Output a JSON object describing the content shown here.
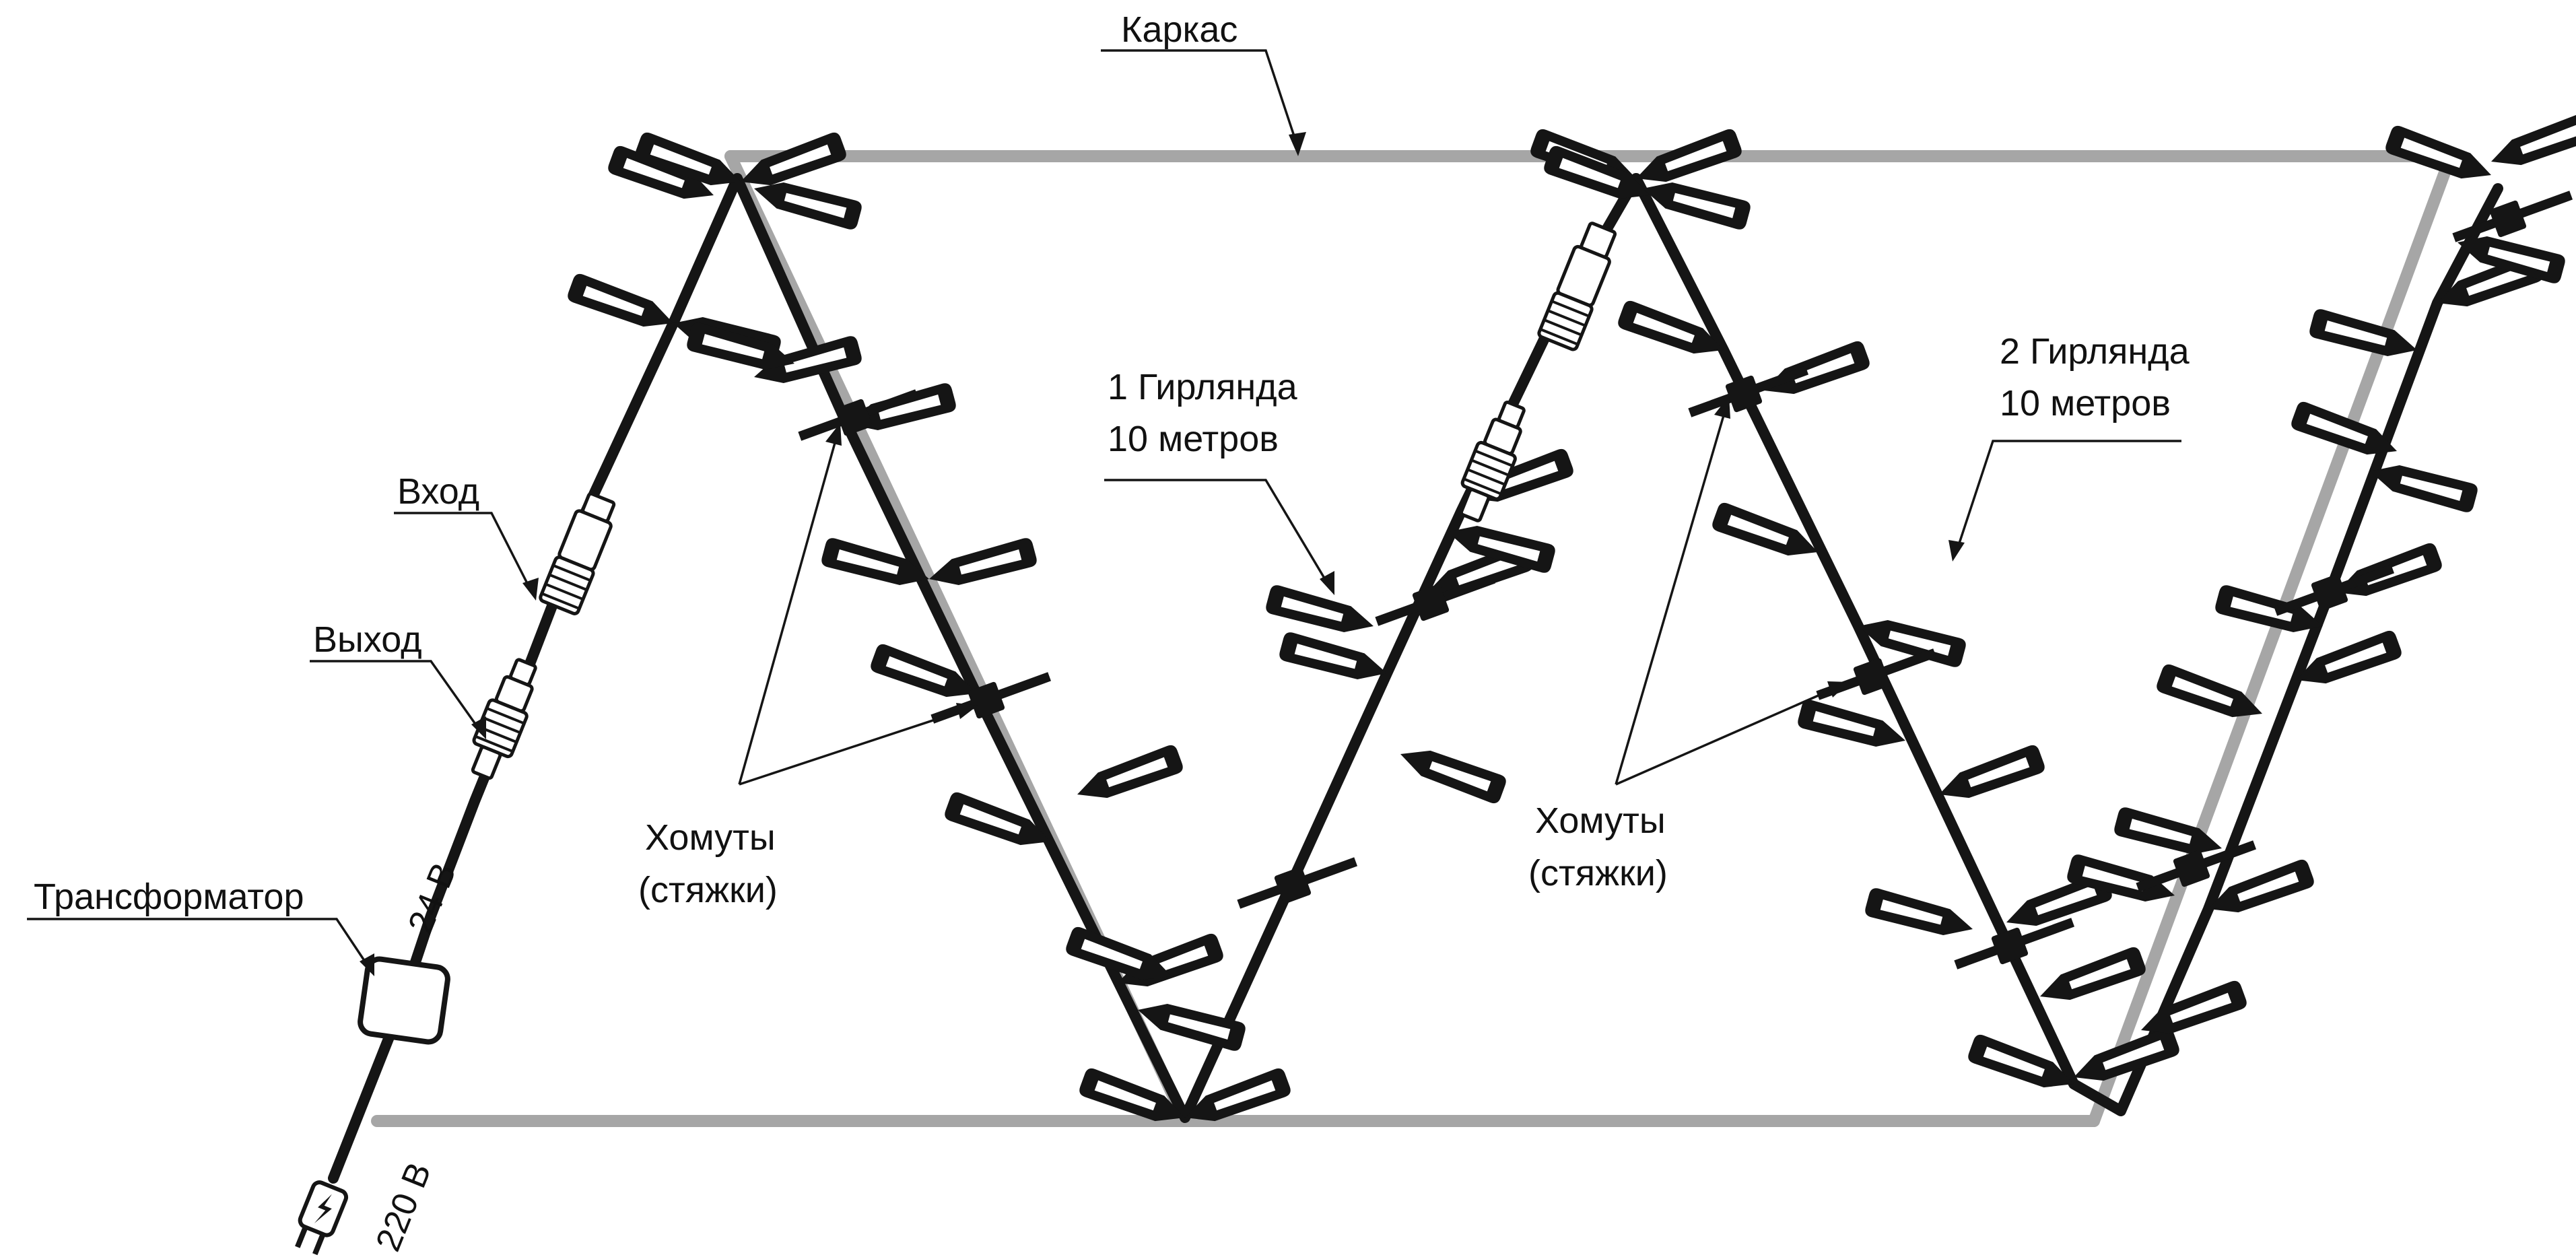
{
  "labels": {
    "frame": "Каркас",
    "input": "Вход",
    "output": "Выход",
    "transformer": "Трансформатор",
    "voltage_low": "24 В",
    "voltage_mains": "220 В",
    "garland1_line1": "1 Гирлянда",
    "garland1_line2": "10 метров",
    "garland2_line1": "2 Гирлянда",
    "garland2_line2": "10 метров",
    "clamps1_line1": "Хомуты",
    "clamps1_line2": "(стяжки)",
    "clamps2_line1": "Хомуты",
    "clamps2_line2": "(стяжки)"
  },
  "icons": {
    "plug": "power-plug-icon",
    "transformer": "transformer-box-icon",
    "connector": "connector-icon",
    "bulb": "led-bulb-icon",
    "clamp": "cable-tie-icon"
  },
  "colors": {
    "frame": "#a6a6a6",
    "wire": "#151515",
    "background": "#ffffff"
  }
}
